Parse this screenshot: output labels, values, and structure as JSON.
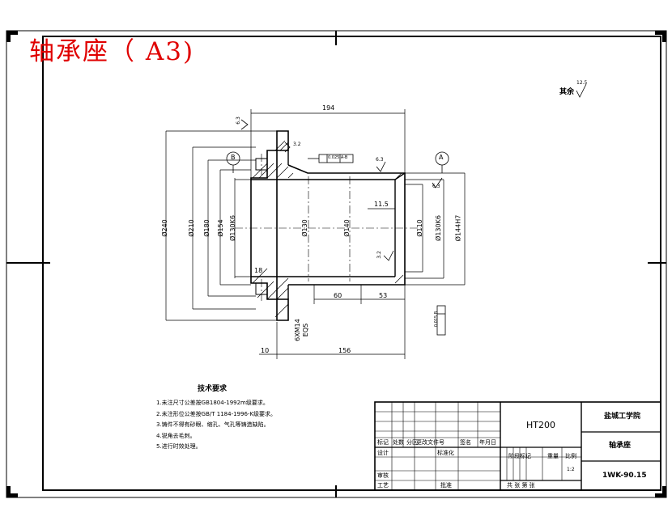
{
  "sheet": {
    "title": "轴承座（  A3)",
    "title_color": "#e00000",
    "surface_note": "其余",
    "surface_note_value": "12.5"
  },
  "dimensions": {
    "overall_length": "194",
    "flange_length": "156",
    "flange_thickness": "10",
    "groove_width": "18",
    "len_60": "60",
    "len_53": "53",
    "wall_115": "11.5",
    "d240": "Ø240",
    "d210": "Ø210",
    "d180": "Ø180",
    "d154": "Ø154",
    "d130k6_left": "Ø130K6",
    "d130": "Ø130",
    "d140": "Ø140",
    "d110": "Ø110",
    "d130k6_right": "Ø130K6",
    "d144h7": "Ø144H7",
    "holes": "6XM14",
    "depth": "EQS",
    "roughness_63_a": "6.3",
    "roughness_32_a": "3.2",
    "roughness_63_b": "6.3",
    "roughness_63_c": "6.3",
    "roughness_32_b": "3.2",
    "datum_a": "A",
    "datum_b": "B",
    "tolerance_frame": "0.025 A-B",
    "tolerance_frame_side": "0.015 B"
  },
  "tech_requirements": {
    "title": "技术要求",
    "items": [
      "1.未注尺寸公差按GB1804-1992m级要求。",
      "2.未注形位公差按GB/T 1184-1996-K级要求。",
      "3.铸件不得有砂眼、缩孔、气孔等铸造缺陷。",
      "4.锐角去毛刺。",
      "5.进行时效处理。"
    ]
  },
  "title_block": {
    "material": "HT200",
    "school": "盐城工学院",
    "part_name": "轴承座",
    "drawing_no": "1WK-90.15",
    "scale": "1:2",
    "h_mark": "标记",
    "h_qty": "处数",
    "h_zone": "分区",
    "h_change": "更改文件号",
    "h_sign": "签名",
    "h_date": "年月日",
    "h_design": "设计",
    "h_std": "标准化",
    "h_stage": "阶段标记",
    "h_weight": "重量",
    "h_ratio": "比例",
    "h_review": "审核",
    "h_process": "工艺",
    "h_approve": "批准",
    "h_sheets": "共  张 第  张"
  }
}
